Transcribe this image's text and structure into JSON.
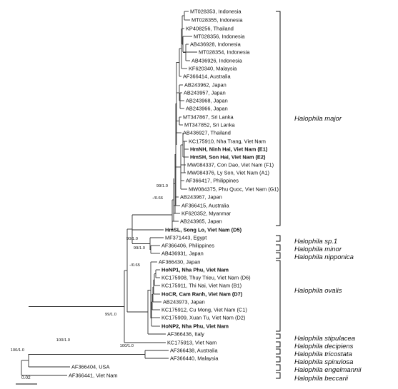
{
  "figure": {
    "taxa": [
      {
        "label": "MT028353, Indonesia",
        "bold": false
      },
      {
        "label": "MT028355, Indonesia",
        "bold": false
      },
      {
        "label": "KP408256, Thailand",
        "bold": false
      },
      {
        "label": "MT028356, Indonesia",
        "bold": false
      },
      {
        "label": "AB436928, Indonesia",
        "bold": false
      },
      {
        "label": "MT028354, Indonesia",
        "bold": false
      },
      {
        "label": "AB436926, Indonesia",
        "bold": false
      },
      {
        "label": "KF620340, Malaysia",
        "bold": false
      },
      {
        "label": "AF366414, Australia",
        "bold": false
      },
      {
        "label": "AB243962, Japan",
        "bold": false
      },
      {
        "label": "AB243957, Japan",
        "bold": false
      },
      {
        "label": "AB243968, Japan",
        "bold": false
      },
      {
        "label": "AB243966, Japan",
        "bold": false
      },
      {
        "label": "MT347867, Sri Lanka",
        "bold": false
      },
      {
        "label": "MT347852, Sri Lanka",
        "bold": false
      },
      {
        "label": "AB436927, Thailand",
        "bold": false
      },
      {
        "label": "KC175910, Nha Trang, Viet Nam",
        "bold": false
      },
      {
        "label": "HmNH, Ninh Hai, Viet Nam (E1)",
        "bold": true
      },
      {
        "label": "HmSH, Son Hai, Viet Nam (E2)",
        "bold": true
      },
      {
        "label": "MW084337, Con Dao, Viet Nam (F1)",
        "bold": false
      },
      {
        "label": "MW084376, Ly Son, Viet Nam (A1)",
        "bold": false
      },
      {
        "label": "AF366417, Philippines",
        "bold": false
      },
      {
        "label": "MW084375, Phu Quoc, Viet Nam (G1)",
        "bold": false
      },
      {
        "label": "AB243967, Japan",
        "bold": false
      },
      {
        "label": "AF366415, Australia",
        "bold": false
      },
      {
        "label": "KF620352, Myanmar",
        "bold": false
      },
      {
        "label": "AB243965, Japan",
        "bold": false
      },
      {
        "label": "HmSL, Song Lo, Viet Nam (D5)",
        "bold": true
      },
      {
        "label": "MF371443, Egypt",
        "bold": false
      },
      {
        "label": "AF366406, Philippines",
        "bold": false
      },
      {
        "label": "AB436931, Japan",
        "bold": false
      },
      {
        "label": "AF366430, Japan",
        "bold": false
      },
      {
        "label": "HoNP1, Nha Phu, Viet Nam",
        "bold": true
      },
      {
        "label": "KC175908, Thuy Trieu, Viet Nam (D6)",
        "bold": false
      },
      {
        "label": "KC175911, Thi Nai, Viet Nam (B1)",
        "bold": false
      },
      {
        "label": "HoCR, Cam Ranh, Viet Nam (D7)",
        "bold": true
      },
      {
        "label": "AB243973, Japan",
        "bold": false
      },
      {
        "label": "KC175912, Cu Mong, Viet Nam (C1)",
        "bold": false
      },
      {
        "label": "KC175909, Xuan Tu, Viet Nam (D2)",
        "bold": false
      },
      {
        "label": "HoNP2, Nha Phu, Viet Nam",
        "bold": true
      },
      {
        "label": "AF366436, Italy",
        "bold": false
      },
      {
        "label": "KC175913, Viet Nam",
        "bold": false
      },
      {
        "label": "AF366438, Australia",
        "bold": false
      },
      {
        "label": "AF366440, Malaysia",
        "bold": false
      },
      {
        "label": "AF366404, USA",
        "bold": false
      },
      {
        "label": "AF366441, Viet Nam",
        "bold": false
      }
    ],
    "clades": [
      {
        "name": "Halophila major"
      },
      {
        "name": "Halophila sp.1"
      },
      {
        "name": "Halophila minor"
      },
      {
        "name": "Halophila nipponica"
      },
      {
        "name": "Halophila ovalis"
      },
      {
        "name": "Halophila stipulacea"
      },
      {
        "name": "Halophila decipiens"
      },
      {
        "name": "Halophila tricostata"
      },
      {
        "name": "Halophila spinulosa"
      },
      {
        "name": "Halophila engelmannii"
      },
      {
        "name": "Halophila beccarii"
      }
    ],
    "support_values": [
      {
        "label": "99/1.0"
      },
      {
        "label": "-/0.66"
      },
      {
        "label": "90/1.0"
      },
      {
        "label": "99/1.0"
      },
      {
        "label": "-/0.65"
      },
      {
        "label": "99/1.0"
      },
      {
        "label": "100/1.0"
      },
      {
        "label": "100/1.0"
      },
      {
        "label": "100/1.0"
      }
    ],
    "scale_bar": {
      "label": "0.02"
    }
  }
}
